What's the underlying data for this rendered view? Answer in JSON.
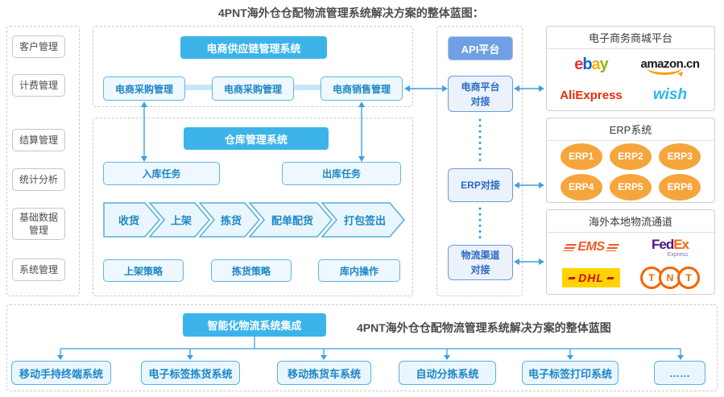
{
  "title": "4PNT海外仓仓配物流管理系统解决方案的整体蓝图：",
  "sidebar": {
    "items": [
      "客户管理",
      "计费管理",
      "结算管理",
      "统计分析",
      "基础数据\n管理",
      "系统管理"
    ]
  },
  "supply_chain": {
    "header": "电商供应链管理系统",
    "purchase1": "电商采购管理",
    "purchase2": "电商采购管理",
    "sales": "电商销售管理"
  },
  "warehouse": {
    "header": "仓库管理系统",
    "inbound": "入库任务",
    "outbound": "出库任务",
    "flow": [
      "收货",
      "上架",
      "拣货",
      "配单配货",
      "打包签出"
    ],
    "strategies": [
      "上架策略",
      "拣货策略",
      "库内操作"
    ]
  },
  "api_platform": {
    "header": "API平台",
    "ecommerce_node": "电商平台\n对接",
    "erp_node": "ERP对接",
    "logistics_node": "物流渠道\n对接"
  },
  "right_panels": {
    "mall": {
      "title": "电子商务商城平台",
      "ebay": [
        "e",
        "b",
        "a",
        "y"
      ],
      "amazon": "amazon.cn",
      "aliexpress": "AliExpress",
      "wish": "wish"
    },
    "erp": {
      "title": "ERP系统",
      "items": [
        "ERP1",
        "ERP2",
        "ERP3",
        "ERP4",
        "ERP5",
        "ERP6"
      ]
    },
    "logistics": {
      "title": "海外本地物流通道",
      "ems": "EMS",
      "fedex": {
        "fed": "Fed",
        "ex": "Ex",
        "express": "Express"
      },
      "dhl": "DHL",
      "tnt": [
        "T",
        "N",
        "T"
      ]
    }
  },
  "bottom": {
    "header": "智能化物流系统集成",
    "caption": "4PNT海外仓仓配物流管理系统解决方案的整体蓝图",
    "systems": [
      "移动手持终端系统",
      "电子标签拣货系统",
      "移动拣货车系统",
      "自动分拣系统",
      "电子标签打印系统",
      "……"
    ]
  },
  "colors": {
    "header_blue": "#3cb4ea",
    "api_blue": "#6fa0e5",
    "box_fill": "#eaf6fd",
    "box_border": "#57b2e3",
    "box_text": "#1b86c6",
    "arrow_blue": "#3d9fe0",
    "erp_orange": "#f6a53c",
    "dashed_border": "#c9c9c9"
  }
}
